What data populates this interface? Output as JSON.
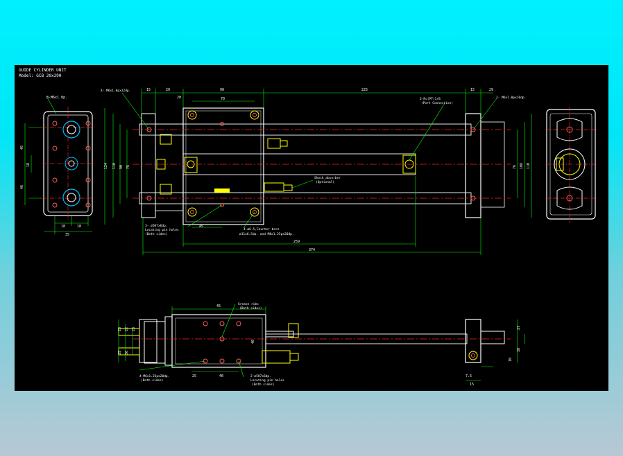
{
  "header": {
    "line1": "GUIDE CYLINDER UNIT",
    "line2": "Model: GCB 20x290"
  },
  "colors": {
    "background": "#000000",
    "outline": "#ffffff",
    "dimension": "#00ff00",
    "centerline": "#ff2020",
    "hole": "#ff4040",
    "fitting": "#ffff00",
    "port": "#00c0ff"
  },
  "top_view": {
    "dims_top": [
      "15",
      "29",
      "20",
      "90",
      "70",
      "225",
      "15",
      "29"
    ],
    "dims_bottom": [
      "45",
      "259",
      "374"
    ],
    "dims_left": [
      "124",
      "110",
      "90",
      "76"
    ],
    "dims_right": [
      "76",
      "108",
      "110"
    ],
    "callouts": {
      "left_tap": "4- M6x1.0px12dp.",
      "port": "2-Rc(PT)1/8",
      "port_sub": "(Port Connection)",
      "right_tap": "2- M6x1.0px10dp.",
      "shock": "Shock absorber",
      "shock_sub": "(Optional)",
      "pin": "3- ø5H7x6dp.",
      "pin_sub1": "Locating pin holes",
      "pin_sub2": "(Both sides)",
      "bore": "4-ø6.5,Counter bore",
      "bore_sub": "ø11x6.5dp. and M8x1.25px20dp."
    }
  },
  "end_view_left": {
    "top_label": "8-M6x1.0p.",
    "dims_left": [
      "45",
      "18",
      "46"
    ],
    "dims_bottom": [
      "18",
      "18",
      "35"
    ]
  },
  "side_view": {
    "dims_top": [
      "45"
    ],
    "dims_left": [
      "23",
      "22",
      "23",
      "35",
      "36"
    ],
    "dims_bottom": [
      "25",
      "40"
    ],
    "dims_right": [
      "27",
      "38",
      "10"
    ],
    "dims_misc": [
      "40",
      "7.5",
      "15"
    ],
    "callouts": {
      "grease": "Grease ribs",
      "grease_sub": "(Both sides)",
      "tap": "4-M6x1.25px20dp.",
      "tap_sub": "(Both sides)",
      "pin": "2-ø5H7x6dp.",
      "pin_sub1": "Locating pin holes",
      "pin_sub2": "(Both sides)"
    }
  }
}
